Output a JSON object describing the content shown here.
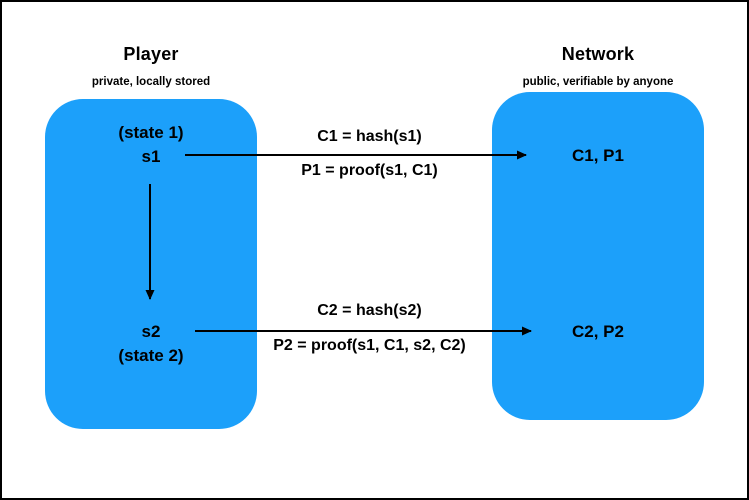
{
  "colors": {
    "box_fill": "#1CA0FA",
    "arrow": "#000000",
    "text": "#000000",
    "background": "#FFFFFF",
    "border": "#000000"
  },
  "player": {
    "title": "Player",
    "subtitle": "private, locally stored",
    "state1_caption": "(state 1)",
    "state1_value": "s1",
    "state2_value": "s2",
    "state2_caption": "(state 2)"
  },
  "network": {
    "title": "Network",
    "subtitle": "public, verifiable by anyone",
    "record1": "C1, P1",
    "record2": "C2, P2"
  },
  "messages": {
    "m1_line1": "C1 = hash(s1)",
    "m1_line2": "P1 = proof(s1, C1)",
    "m2_line1": "C2 = hash(s2)",
    "m2_line2": "P2 = proof(s1, C1, s2, C2)"
  }
}
